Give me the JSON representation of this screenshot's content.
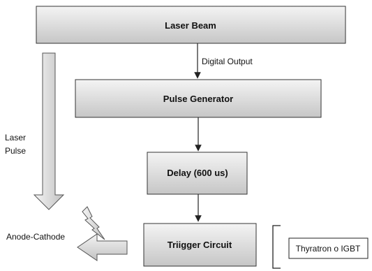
{
  "blocks": {
    "laser_beam": "Laser Beam",
    "pulse_generator": "Pulse Generator",
    "delay": "Delay (600 us)",
    "trigger_circuit": "Triigger Circuit",
    "thyratron": "Thyratron o IGBT"
  },
  "connectors": {
    "digital_output": "Digital Output"
  },
  "side_labels": {
    "laser_pulse_line1": "Laser",
    "laser_pulse_line2": "Pulse",
    "anode_cathode": "Anode-Cathode"
  },
  "colors": {
    "box_top": "#f4f4f4",
    "box_bottom": "#c6c6c6",
    "stroke": "#333333",
    "arrow_fill_light": "#f2f2f2",
    "arrow_fill_dark": "#bdbdbd"
  }
}
